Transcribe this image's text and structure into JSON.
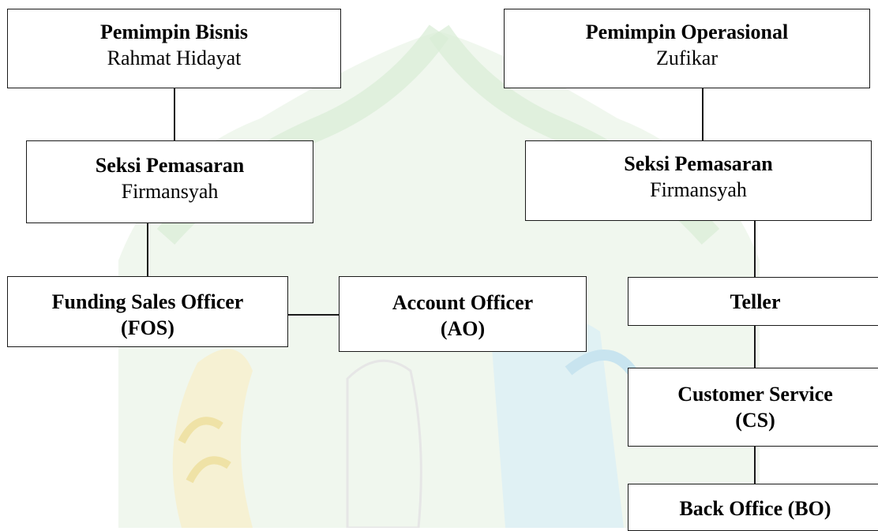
{
  "colors": {
    "border": "#1a1a1a",
    "background": "#ffffff",
    "watermark_green": "#cfe5cc",
    "watermark_yellow": "#f3ecc4",
    "watermark_blue": "#cde6f0"
  },
  "watermark": {
    "type": "logo",
    "description_icon": "university-seal-icon"
  },
  "nodes": {
    "bisnis": {
      "title": "Pemimpin Bisnis",
      "name": "Rahmat Hidayat"
    },
    "operasional": {
      "title": "Pemimpin Operasional",
      "name": "Zufikar"
    },
    "seksi_left": {
      "title": "Seksi Pemasaran",
      "name": "Firmansyah"
    },
    "seksi_right": {
      "title": "Seksi Pemasaran",
      "name": "Firmansyah"
    },
    "fos": {
      "line1": "Funding Sales Officer",
      "line2": "(FOS)"
    },
    "ao": {
      "line1": "Account Officer",
      "line2": "(AO)"
    },
    "teller": {
      "title": "Teller"
    },
    "cs": {
      "line1": "Customer Service",
      "line2": "(CS)"
    },
    "bo": {
      "title": "Back Office (BO)"
    }
  }
}
